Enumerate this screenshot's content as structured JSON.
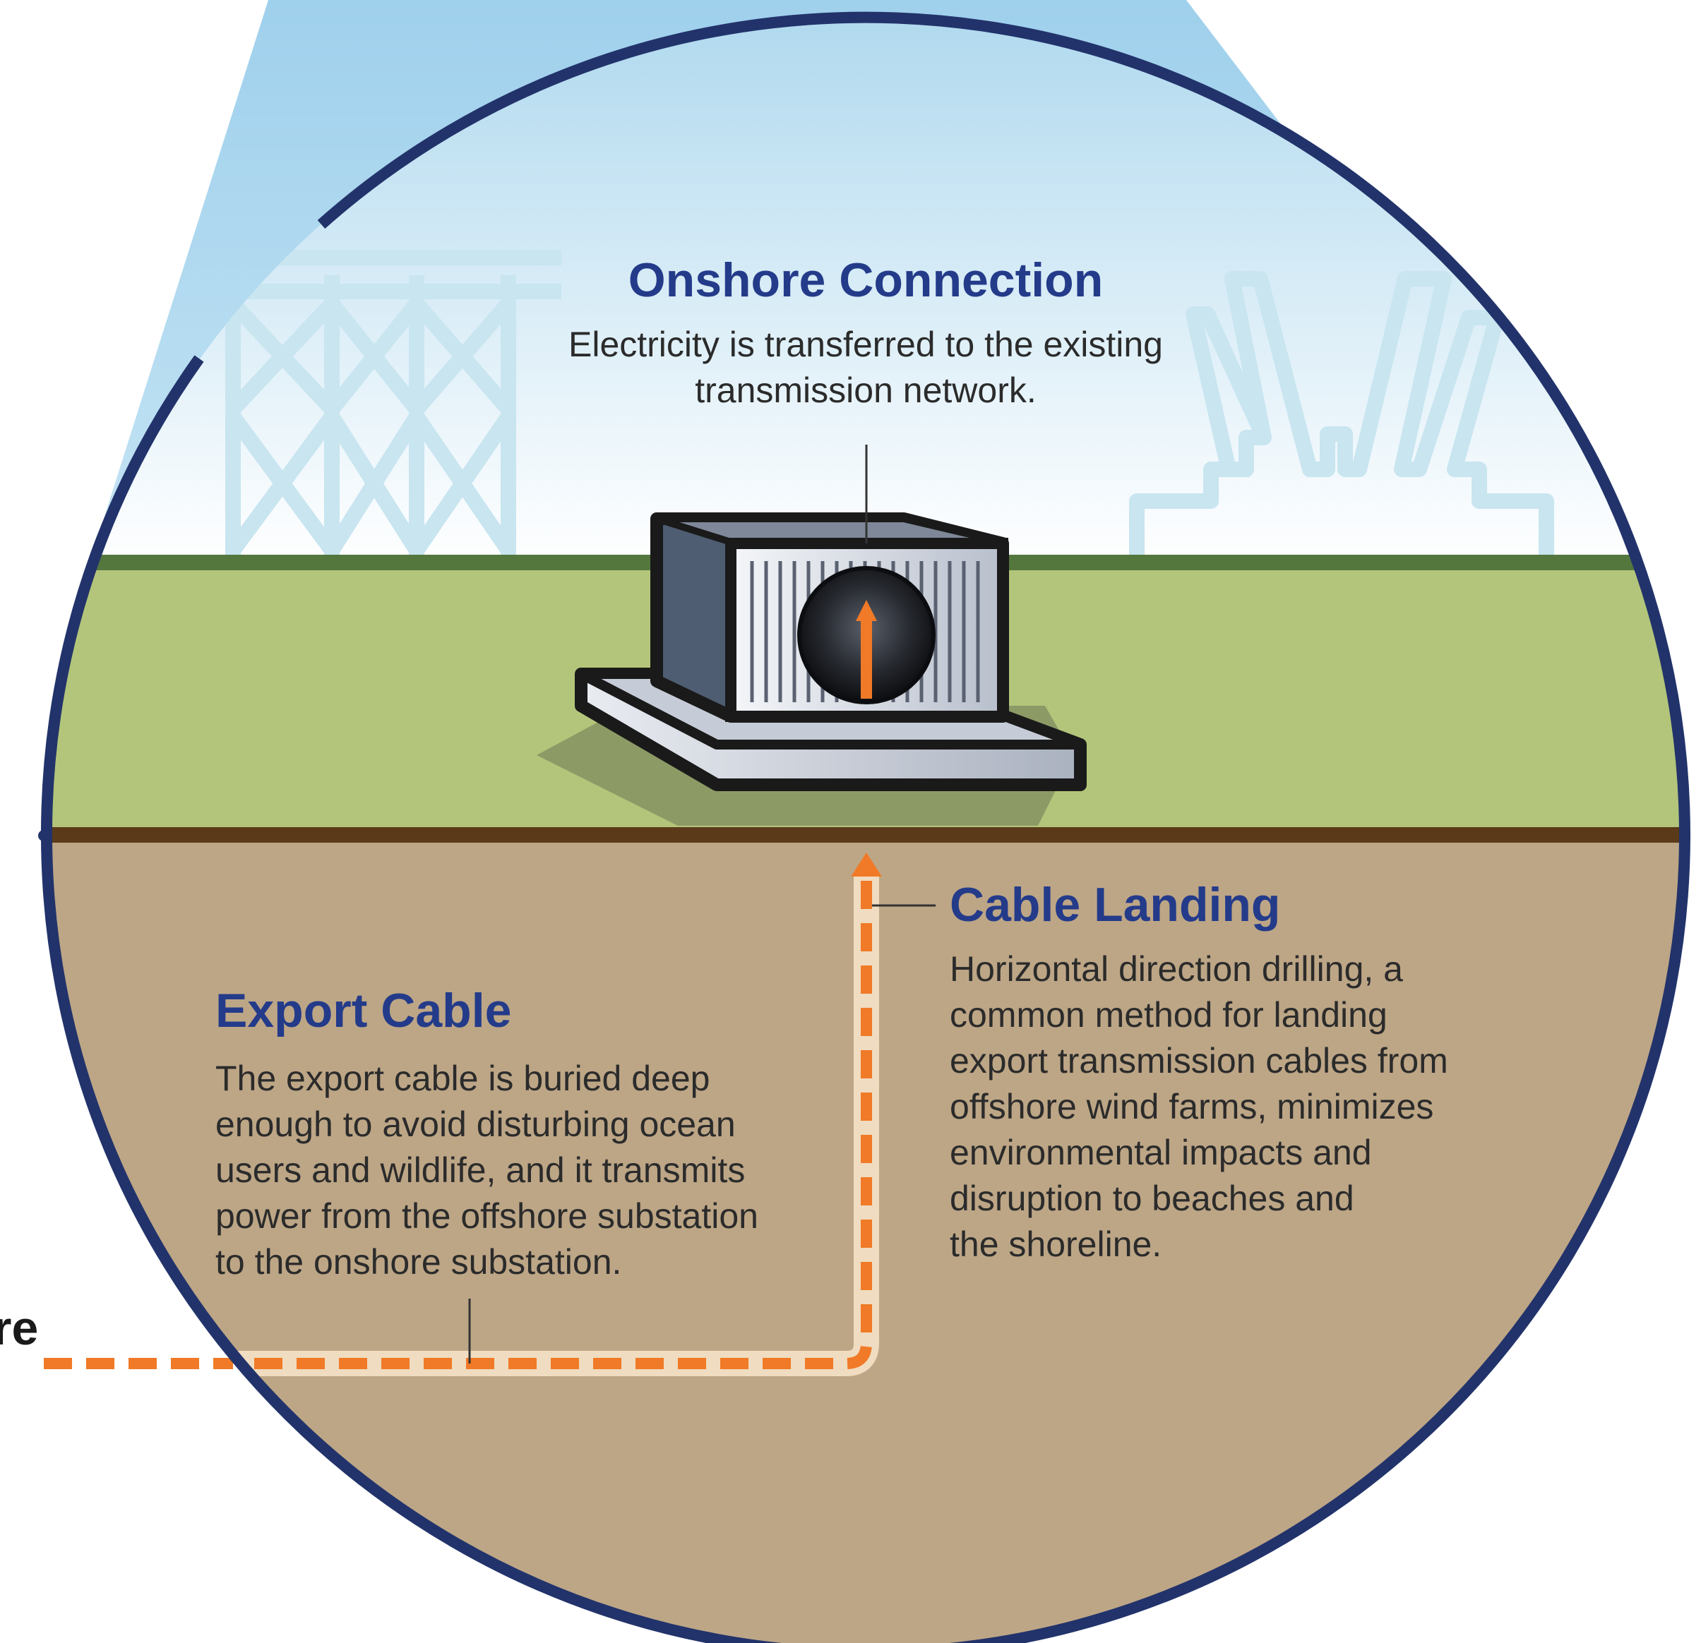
{
  "colors": {
    "ring": "#22336b",
    "title": "#243b8a",
    "body_text": "#2b2b2b",
    "grass": "#b3c57a",
    "soil": "#bda686",
    "horizon": "#5b3a1a",
    "cable": "#f07a27",
    "sky_top": "#aed8ee",
    "sky_bottom": "#ffffff"
  },
  "offshore_label_fragment": "re",
  "onshore": {
    "title": "Onshore Connection",
    "lines": [
      "Electricity is transferred to the existing",
      "transmission network."
    ]
  },
  "cable_landing": {
    "title": "Cable Landing",
    "lines": [
      "Horizontal direction drilling, a",
      "common method for landing",
      "export transmission cables from",
      "offshore wind farms, minimizes",
      "environmental impacts and",
      "disruption to beaches and",
      "the shoreline."
    ]
  },
  "export_cable": {
    "title": "Export Cable",
    "lines": [
      "The export cable is buried deep",
      "enough to avoid disturbing ocean",
      "users and wildlife, and it transmits",
      "power from the offshore substation",
      "to the onshore substation."
    ]
  },
  "icons": [
    "transmission-tower-icon",
    "power-plant-icon",
    "substation-icon",
    "cable-arrow-icon"
  ]
}
